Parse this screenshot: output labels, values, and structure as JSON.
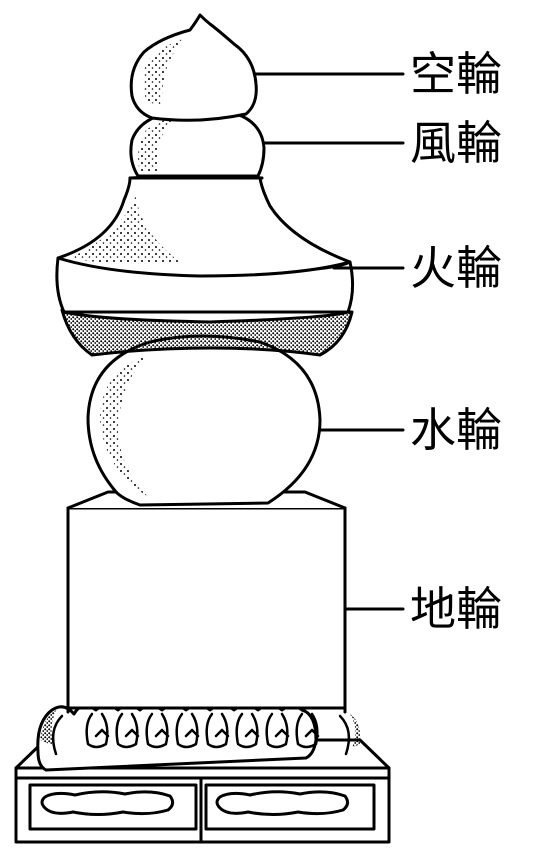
{
  "diagram": {
    "labels": [
      {
        "id": "kurin",
        "text": "空輪"
      },
      {
        "id": "fuurin",
        "text": "風輪"
      },
      {
        "id": "karin",
        "text": "火輪"
      },
      {
        "id": "suirin",
        "text": "水輪"
      },
      {
        "id": "chirin",
        "text": "地輪"
      }
    ],
    "colors": {
      "ink": "#000000",
      "paper": "#ffffff"
    }
  }
}
